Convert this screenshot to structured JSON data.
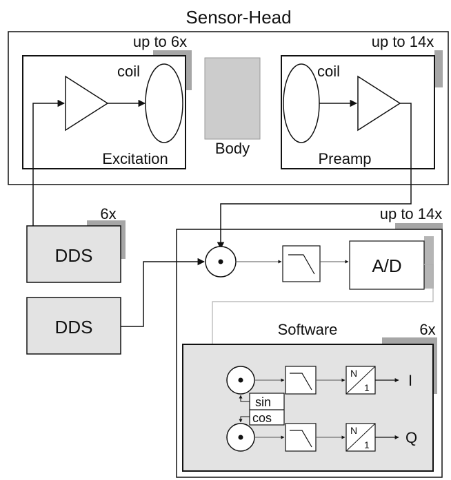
{
  "title": "Sensor-Head",
  "sensor_head": {
    "excitation": {
      "multiplier": "up to 6x",
      "coil_label": "coil",
      "label": "Excitation"
    },
    "body_label": "Body",
    "preamp": {
      "multiplier": "up to 14x",
      "coil_label": "coil",
      "label": "Preamp"
    }
  },
  "dds_top": {
    "label": "DDS",
    "multiplier": "6x"
  },
  "dds_bottom": {
    "label": "DDS"
  },
  "processing": {
    "multiplier": "up to 14x",
    "adc_label": "A/D",
    "software": {
      "title": "Software",
      "multiplier": "6x",
      "sin_label": "sin",
      "cos_label": "cos",
      "decimator_n": "N",
      "decimator_1": "1",
      "output_i": "I",
      "output_q": "Q"
    }
  },
  "colors": {
    "shadow": "#a6a6a6",
    "box_fill": "#e3e3e3",
    "body_fill": "#cccccc",
    "line": "#111111",
    "thin_line": "#b0b0b0"
  }
}
